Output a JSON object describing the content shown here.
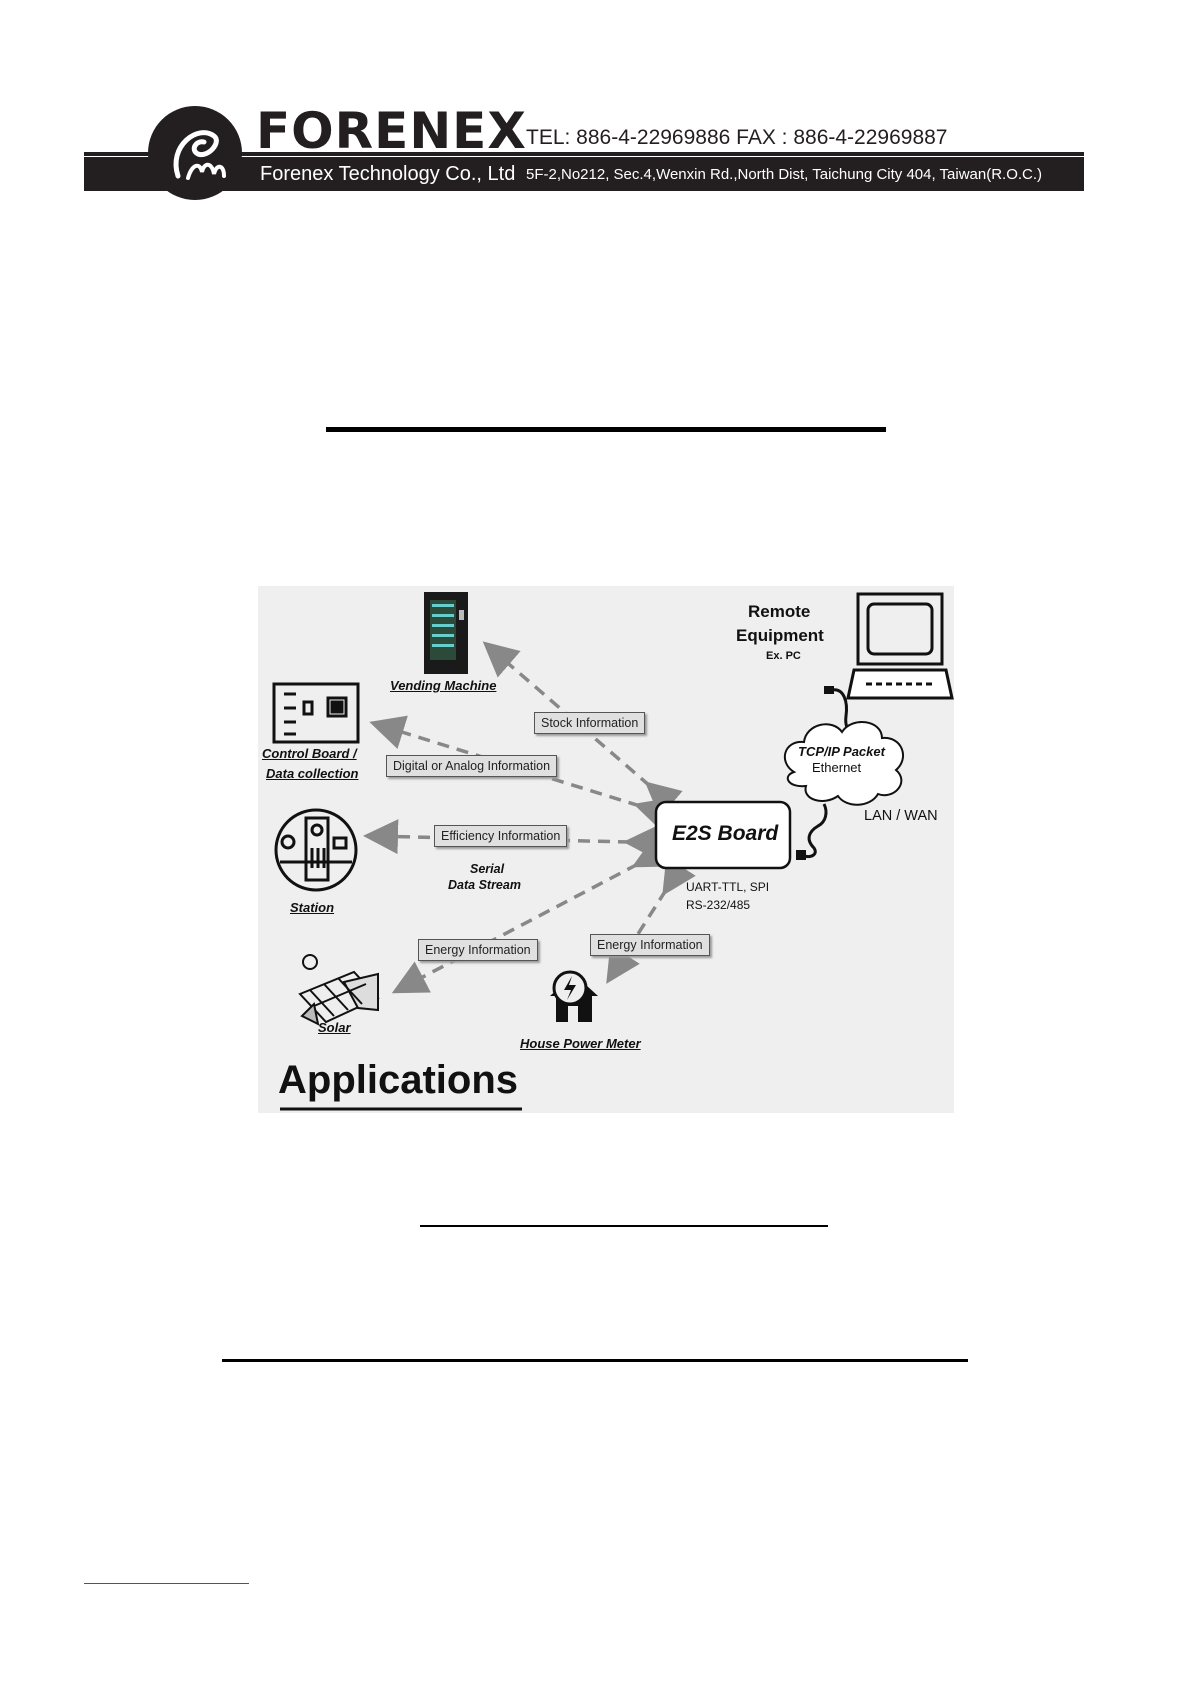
{
  "letterhead": {
    "brand": "FORENEX",
    "phone_fax": "TEL: 886-4-22969886  FAX : 886-4-22969887",
    "company": "Forenex Technology Co., Ltd",
    "address": "5F-2,No212, Sec.4,Wenxin Rd.,North Dist, Taichung City 404, Taiwan(R.O.C.)",
    "logo_icon": "forenex-logo-icon"
  },
  "diagram": {
    "nodes": {
      "vending": "Vending Machine",
      "control_board": "Control Board /",
      "data_collection": "Data collection",
      "station": "Station",
      "solar": "Solar",
      "house_meter": "House Power Meter",
      "e2s": "E2S Board",
      "remote_1": "Remote",
      "remote_2": "Equipment",
      "remote_ex": "Ex. PC"
    },
    "info": {
      "stock": "Stock Information",
      "digital": "Digital or Analog Information",
      "efficiency": "Efficiency Information",
      "energy_left": "Energy Information",
      "energy_right": "Energy Information"
    },
    "serial_1": "Serial",
    "serial_2": "Data Stream",
    "uart": "UART-TTL, SPI",
    "rs": "RS-232/485",
    "tcp": "TCP/IP Packet",
    "ethernet": "Ethernet",
    "lanwan": "LAN / WAN",
    "title": "Applications"
  },
  "colors": {
    "letterhead": "#231f20",
    "diagram_bg": "#efefef",
    "arrow": "#888888"
  }
}
